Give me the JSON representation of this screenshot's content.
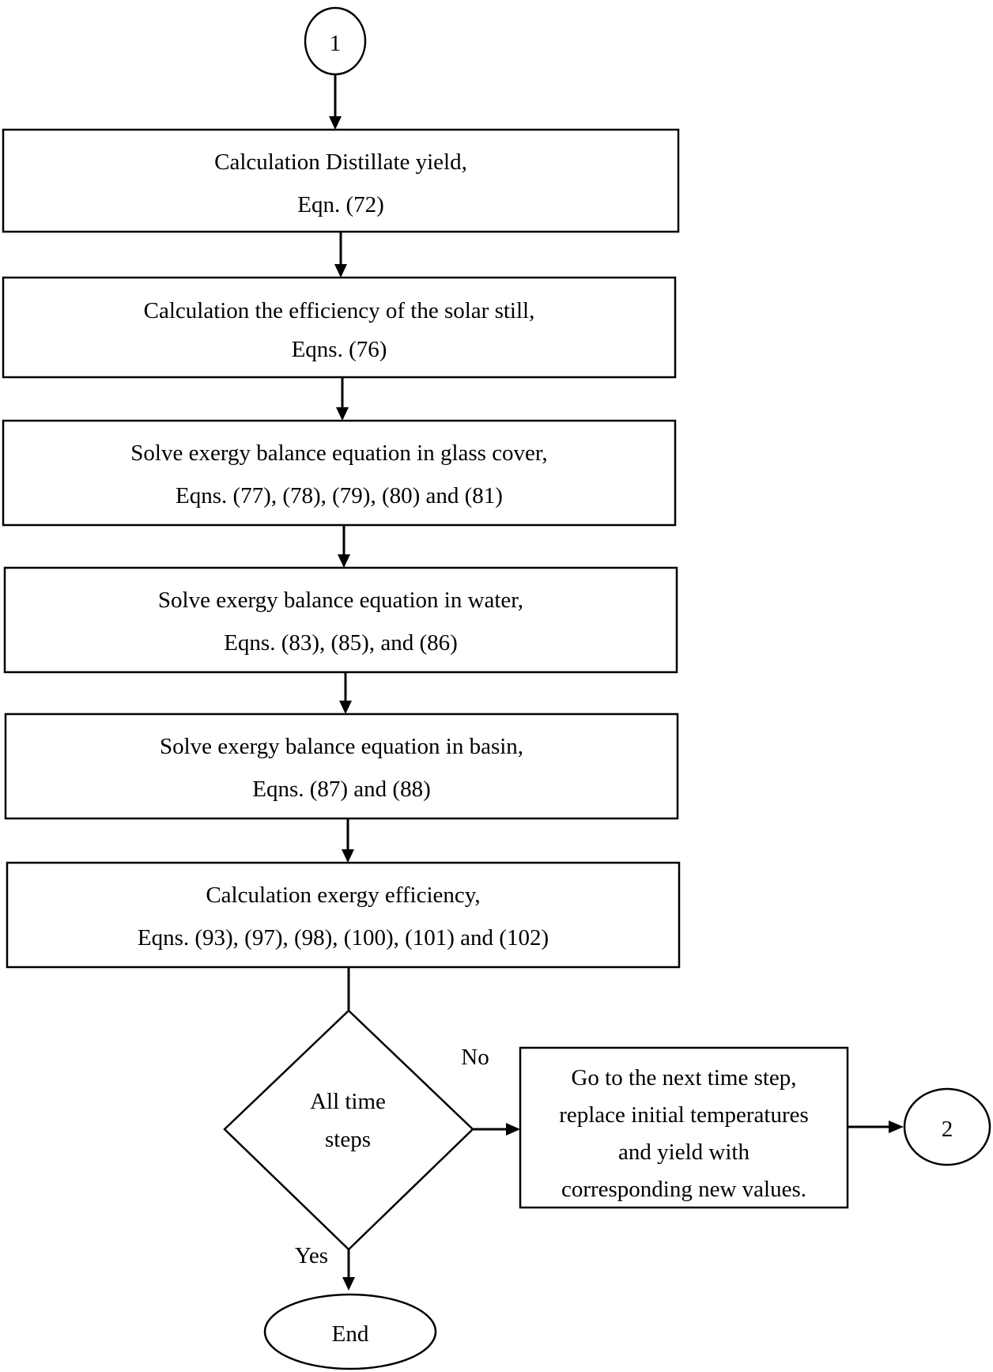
{
  "start_connector": "1",
  "process_steps": [
    {
      "line1": "Calculation Distillate yield,",
      "line2": "Eqn. (72)"
    },
    {
      "line1": "Calculation the efficiency of the solar still,",
      "line2": "Eqns. (76)"
    },
    {
      "line1": "Solve exergy balance equation in glass cover,",
      "line2": "Eqns. (77), (78), (79), (80) and (81)"
    },
    {
      "line1": "Solve exergy balance equation in water,",
      "line2": "Eqns. (83), (85), and (86)"
    },
    {
      "line1": "Solve exergy balance equation in basin,",
      "line2": "Eqns. (87) and (88)"
    },
    {
      "line1": "Calculation exergy efficiency,",
      "line2": "Eqns. (93), (97), (98), (100), (101) and (102)"
    }
  ],
  "decision": {
    "line1": "All time",
    "line2": "steps"
  },
  "no_label": "No",
  "yes_label": "Yes",
  "next_step": {
    "line1": "Go to the next time step,",
    "line2": "replace initial temperatures",
    "line3": "and yield with",
    "line4": "corresponding new values."
  },
  "end_connector": "2",
  "end_label": "End"
}
